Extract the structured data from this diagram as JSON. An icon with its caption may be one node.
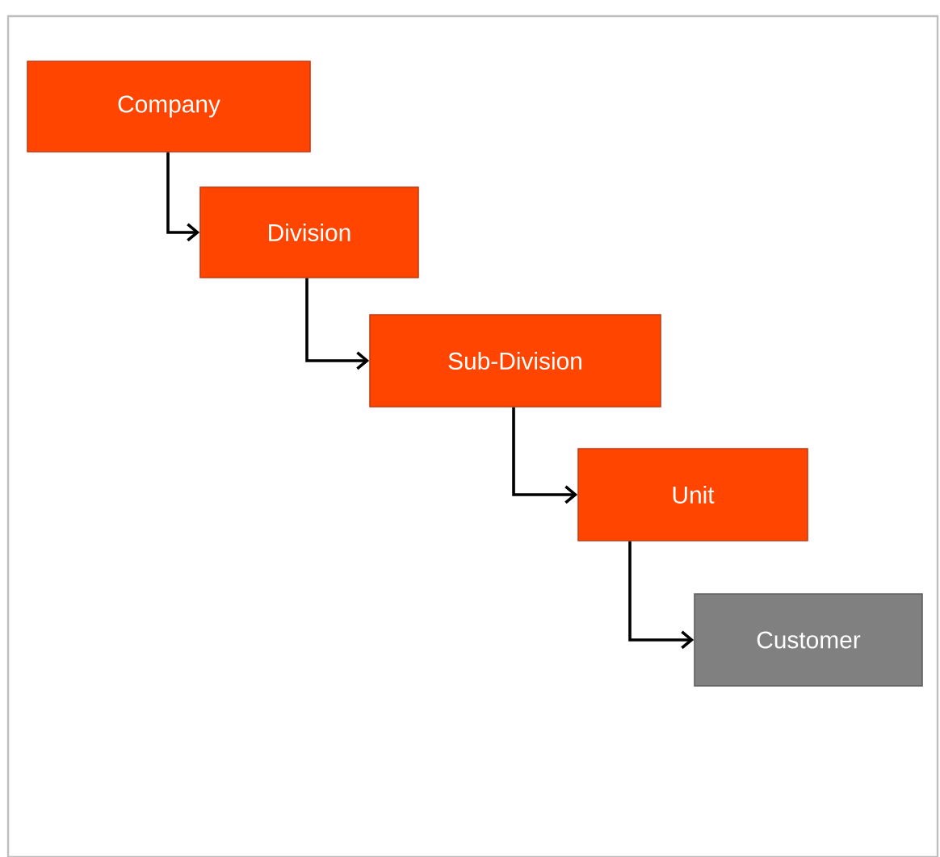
{
  "diagram": {
    "nodes": [
      {
        "text": [
          "Company"
        ]
      },
      {
        "text": [
          "Division"
        ]
      },
      {
        "text": [
          "Sub-Division"
        ]
      },
      {
        "text": [
          "Unit"
        ]
      },
      {
        "text": [
          "Customer"
        ]
      }
    ],
    "edges": [
      {
        "from": 0,
        "to": 1,
        "arrow": "to"
      },
      {
        "from": 1,
        "to": 2,
        "arrow": "to"
      },
      {
        "from": 2,
        "to": 3,
        "arrow": "to"
      },
      {
        "from": 3,
        "to": 4,
        "arrow": "to"
      }
    ]
  }
}
